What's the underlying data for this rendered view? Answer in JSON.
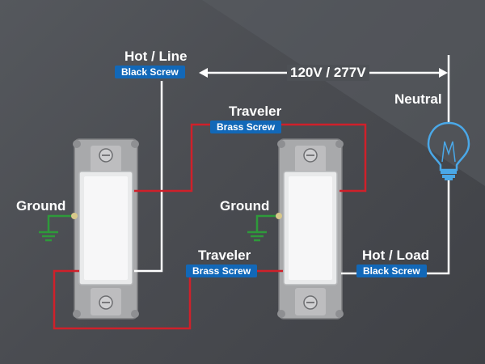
{
  "labels": {
    "hot_line": {
      "title": "Hot / Line",
      "screw": "Black Screw"
    },
    "voltage": "120V / 277V",
    "neutral": "Neutral",
    "traveler_top": {
      "title": "Traveler",
      "screw": "Brass Screw"
    },
    "ground_left": "Ground",
    "ground_right": "Ground",
    "traveler_bottom": {
      "title": "Traveler",
      "screw": "Brass Screw"
    },
    "hot_load": {
      "title": "Hot / Load",
      "screw": "Black Screw"
    }
  },
  "colors": {
    "background": "#4a4c51",
    "hot_wire": "#ffffff",
    "traveler_wire": "#d0202a",
    "ground_wire": "#2e9a3a",
    "screw_tag": "#1268b8",
    "bulb": "#4aa8e8"
  },
  "icons": {
    "switch": "three-way-switch-icon",
    "bulb": "light-bulb-icon",
    "ground": "ground-symbol-icon"
  }
}
